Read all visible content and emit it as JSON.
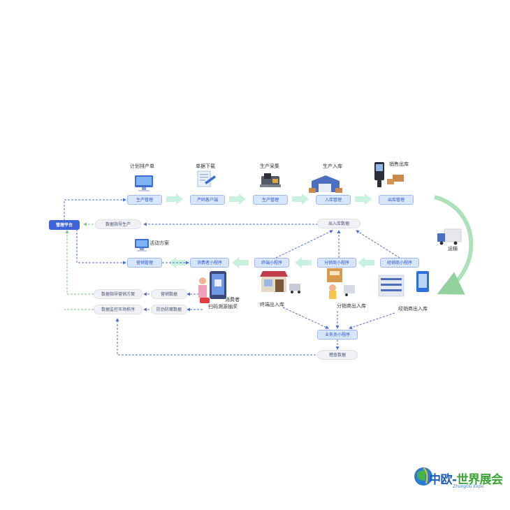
{
  "nodes": {
    "mgmt_platform": "管理平台",
    "prod_mgmt": "生产管理",
    "gen_qr": "严码客户端",
    "prod_collect": "生产管理",
    "inbound_mgmt": "入库管理",
    "outbound_mgmt": "出库管理",
    "inout_data": "出入库数据",
    "data_guide_prod": "数据指导生产",
    "marketing_mgmt": "营销管理",
    "consumer_app": "消费者小程序",
    "terminal_app": "终端小程序",
    "distributor_app": "分销商小程序",
    "dealer_app": "经销商小程序",
    "marketing_data": "营销数据",
    "data_guide_marketing": "数据指导营销方案",
    "anti_fake_data": "防伪防窜数据",
    "data_monitor_market": "数据监控市场秩序",
    "salesman_app": "业务员小程序",
    "check_data": "稽查数据"
  },
  "labels": {
    "plan": "计划排产单",
    "download": "单据下载",
    "collect": "生产采集",
    "inbound": "生产入库",
    "outbound": "销售出库",
    "transport": "运输",
    "activity": "活动方案",
    "consumer": "消费者",
    "scan": "扫码溯源抽奖",
    "terminal_io": "终端出入库",
    "distributor_io": "分销商出入库",
    "dealer_io": "经销商出入库"
  },
  "logo": {
    "title_a": "中欧-",
    "title_b": "世界展会",
    "subtitle": "ZhongOu Expo"
  },
  "colors": {
    "blue_line": "#4a6fd6",
    "green_line": "#7ac77a",
    "flow_arrow": "#c8f0dc",
    "main": "#3f63d8"
  }
}
